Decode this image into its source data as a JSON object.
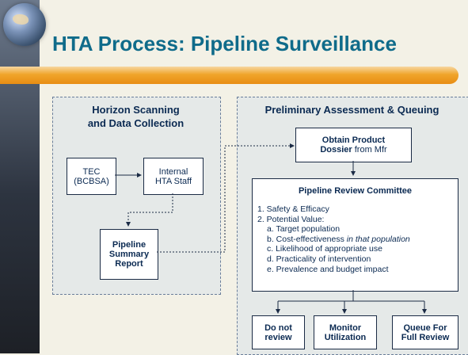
{
  "slide": {
    "title": "HTA Process: Pipeline Surveillance"
  },
  "left_panel": {
    "title_line1": "Horizon Scanning",
    "title_line2": "and Data Collection",
    "boxes": {
      "tec_line1": "TEC",
      "tec_line2": "(BCBSA)",
      "internal_line1": "Internal",
      "internal_line2": "HTA Staff",
      "summary_line1": "Pipeline",
      "summary_line2": "Summary",
      "summary_line3": "Report"
    }
  },
  "right_panel": {
    "title": "Preliminary Assessment & Queuing",
    "dossier_line1": "Obtain Product",
    "dossier_bold": "Dossier",
    "dossier_rest": " from Mfr",
    "committee_title": "Pipeline Review Committee",
    "items": {
      "item1": "1. Safety & Efficacy",
      "item2": "2. Potential Value:",
      "a": "a. Target population",
      "b_prefix": "b. Cost-effectiveness ",
      "b_italic": "in that population",
      "c": "c. Likelihood of appropriate use",
      "d": "d. Practicality of intervention",
      "e": "e. Prevalence and budget impact"
    },
    "outcomes": {
      "do_not_line1": "Do not",
      "do_not_line2": "review",
      "monitor_line1": "Monitor",
      "monitor_line2": "Utilization",
      "queue_line1": "Queue For",
      "queue_line2": "Full Review"
    }
  }
}
